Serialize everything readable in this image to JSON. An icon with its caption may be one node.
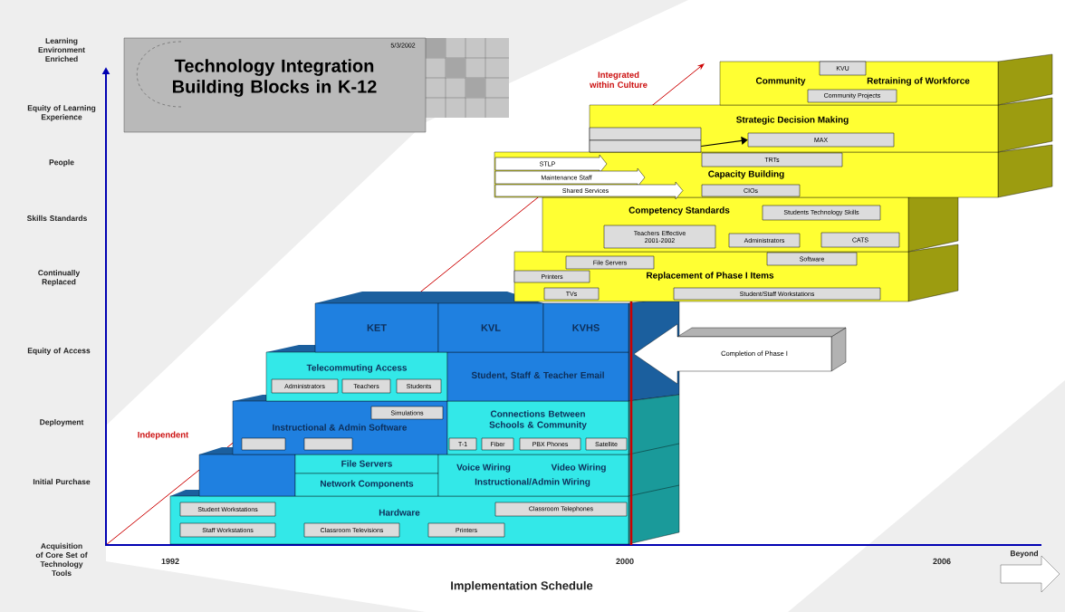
{
  "diagram": {
    "title": "Technology Integration Building Blocks in K-12",
    "nodes": [
      {
        "text": [
          "Hardware"
        ]
      },
      {
        "text": [
          "Student Workstations"
        ],
        "in": 0
      },
      {
        "text": [
          "Staff Workstations"
        ],
        "in": 0
      },
      {
        "text": [
          "Classroom Televisions"
        ],
        "in": 0
      },
      {
        "text": [
          "Printers"
        ],
        "in": 0
      },
      {
        "text": [
          "Classroom Telephones"
        ],
        "in": 0
      },
      {
        "text": [],
        "shape": "box"
      },
      {
        "text": [
          "File Servers"
        ]
      },
      {
        "text": [
          "Network Components"
        ]
      },
      {
        "text": [
          "Voice Wiring",
          "Video Wiring",
          "Instructional/Admin Wiring"
        ]
      },
      {
        "text": [
          "Instructional & Admin Software"
        ]
      },
      {
        "text": [
          "Simulations"
        ],
        "in": 10
      },
      {
        "text": [],
        "shape": "box",
        "in": 10
      },
      {
        "text": [],
        "shape": "box",
        "in": 10
      },
      {
        "text": [
          "Connections Between Schools & Community"
        ]
      },
      {
        "text": [
          "T-1"
        ],
        "in": 14
      },
      {
        "text": [
          "Fiber"
        ],
        "in": 14
      },
      {
        "text": [
          "PBX Phones"
        ],
        "in": 14
      },
      {
        "text": [
          "Satellite"
        ],
        "in": 14
      },
      {
        "text": [
          "Telecommuting Access"
        ]
      },
      {
        "text": [
          "Administrators"
        ],
        "in": 19
      },
      {
        "text": [
          "Teachers"
        ],
        "in": 19
      },
      {
        "text": [
          "Students"
        ],
        "in": 19
      },
      {
        "text": [
          "Student, Staff & Teacher Email"
        ]
      },
      {
        "text": [
          "KET"
        ]
      },
      {
        "text": [
          "KVL"
        ]
      },
      {
        "text": [
          "KVHS"
        ]
      },
      {
        "text": [
          "Completion of Phase I"
        ]
      },
      {
        "text": [
          "Replacement of Phase I Items"
        ]
      },
      {
        "text": [
          "File Servers"
        ],
        "in": 28
      },
      {
        "text": [
          "Printers"
        ],
        "in": 28
      },
      {
        "text": [
          "Software"
        ],
        "in": 28
      },
      {
        "text": [
          "TVs"
        ],
        "in": 28
      },
      {
        "text": [
          "Student/Staff Workstations"
        ],
        "in": 28
      },
      {
        "text": [
          "Competency Standards"
        ]
      },
      {
        "text": [
          "Students Technology Skills"
        ],
        "in": 34
      },
      {
        "text": [
          "Teachers Effective 2001-2002"
        ],
        "in": 34
      },
      {
        "text": [
          "Administrators"
        ],
        "in": 34
      },
      {
        "text": [
          "CATS"
        ],
        "in": 34
      },
      {
        "text": [
          "Capacity Building"
        ]
      },
      {
        "text": [
          "STLP"
        ],
        "in": 39
      },
      {
        "text": [
          "Maintenance Staff"
        ],
        "in": 39
      },
      {
        "text": [
          "Shared Services"
        ],
        "in": 39
      },
      {
        "text": [
          "TRTs"
        ],
        "in": 39
      },
      {
        "text": [
          "CIOs"
        ],
        "in": 39
      },
      {
        "text": [
          "Strategic Decision Making"
        ]
      },
      {
        "text": [],
        "shape": "box",
        "in": 45
      },
      {
        "text": [],
        "shape": "box",
        "in": 45
      },
      {
        "text": [
          "MAX"
        ],
        "in": 45
      },
      {
        "text": [
          "Community",
          "Retraining of Workforce"
        ]
      },
      {
        "text": [
          "KVU"
        ],
        "in": 49
      },
      {
        "text": [
          "Community Projects"
        ],
        "in": 49
      }
    ],
    "edges": [
      {
        "from": 47,
        "to": 48,
        "arrow": "to"
      }
    ],
    "labels": [
      "5/3/2002",
      "Learning Environment Enriched",
      "Equity of Learning Experience",
      "People",
      "Skills Standards",
      "Continually Replaced",
      "Equity of Access",
      "Deployment",
      "Initial Purchase",
      "Acquisition of Core Set of Technology Tools",
      "Independent",
      "Integrated within Culture",
      "1992",
      "2000",
      "2006",
      "Beyond",
      "Implementation Schedule"
    ]
  }
}
